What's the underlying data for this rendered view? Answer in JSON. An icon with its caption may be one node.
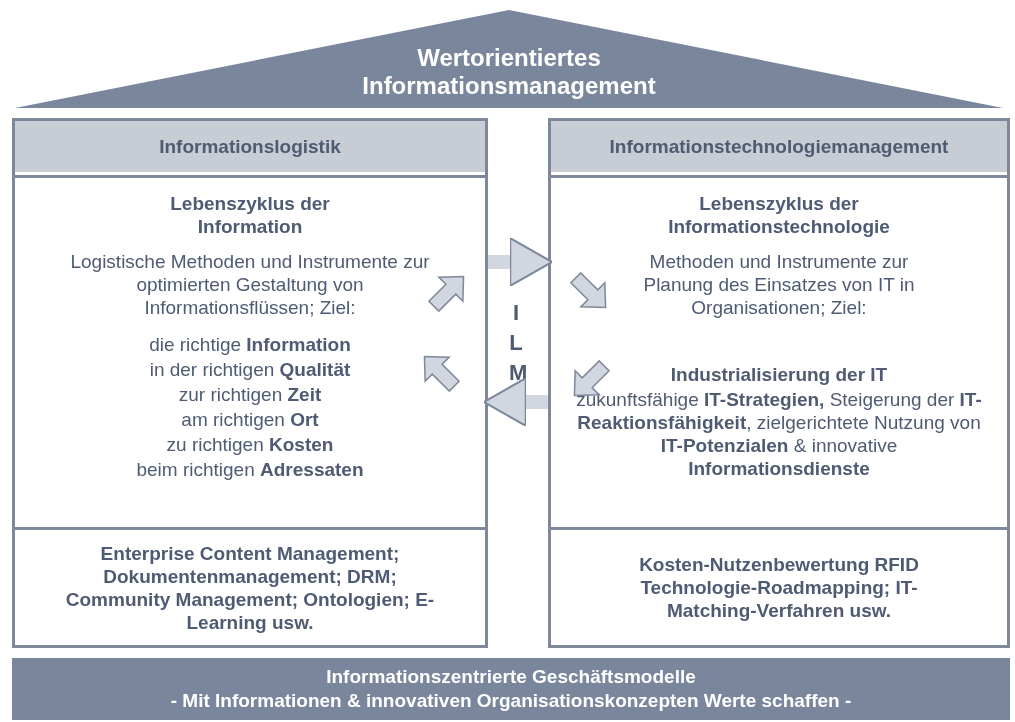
{
  "diagram": {
    "nodes": [
      {
        "text": [
          "Wertorientiertes Informationsmanagement"
        ]
      },
      {
        "text": [
          "Informationslogistik"
        ]
      },
      {
        "text": [
          "Lebenszyklus der Information",
          "Logistische Methoden und Instrumente zur optimierten Gestaltung von Informationsflüssen; Ziel:",
          "die richtige **Information**",
          "in der richtigen **Qualität**",
          "zur richtigen **Zeit**",
          "am richtigen **Ort**",
          "zu richtigen **Kosten**",
          "beim richtigen **Adressaten**"
        ],
        "in": 1
      },
      {
        "text": [
          "Enterprise Content Management; Dokumentenmanagement; DRM; Community Management; Ontologien; E-Learning usw."
        ],
        "in": 1
      },
      {
        "text": [
          "Informationstechnologiemanagement"
        ]
      },
      {
        "text": [
          "Lebenszyklus der Informationstechnologie",
          "Methoden und Instrumente zur Planung des Einsatzes von IT in Organisationen; Ziel:",
          "Industrialisierung der IT",
          "zukunftsfähige **IT-Strategien,** Steigerung der **IT-Reaktionsfähigkeit**, zielgerichtete Nutzung von **IT-Potenzialen** & innovative **Informationsdienste**"
        ],
        "in": 4
      },
      {
        "text": [
          "Kosten-Nutzenbewertung RFID Technologie-Roadmapping; IT-Matching-Verfahren usw."
        ],
        "in": 4
      },
      {
        "text": [
          "Informationszentrierte Geschäftsmodelle",
          "- Mit Informationen & innovativen Organisationskonzepten Werte schaffen -"
        ]
      }
    ],
    "edges": [
      {
        "from": 2,
        "to": 5,
        "arrow": "to"
      },
      {
        "from": 5,
        "to": 2,
        "arrow": "to"
      }
    ],
    "labels": [
      "ILM"
    ]
  }
}
